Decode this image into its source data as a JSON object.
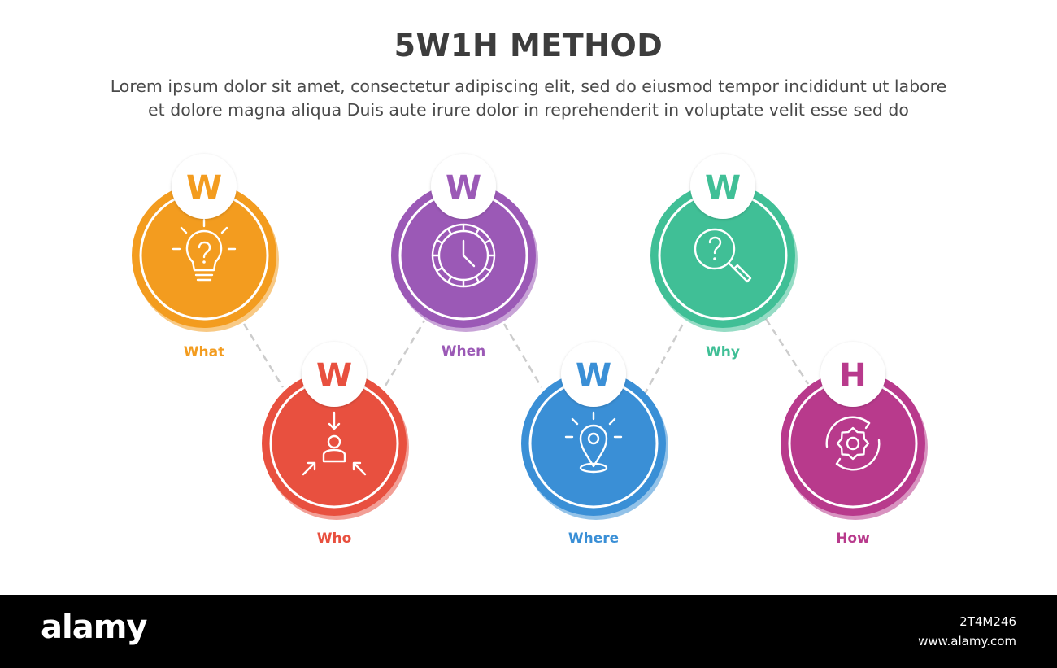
{
  "title": "5W1H METHOD",
  "subtitle_lines": [
    "Lorem ipsum dolor sit amet, consectetur adipiscing elit, sed do eiusmod tempor incididunt ut labore",
    "et dolore magna aliqua Duis aute irure dolor in reprehenderit in voluptate velit esse sed do"
  ],
  "connector_color": "#cccccc",
  "items": [
    {
      "letter": "W",
      "label": "What",
      "color": "#f39c1f",
      "icon": "lightbulb-question-icon"
    },
    {
      "letter": "W",
      "label": "Who",
      "color": "#e8503f",
      "icon": "person-focus-icon"
    },
    {
      "letter": "W",
      "label": "When",
      "color": "#9b59b6",
      "icon": "clock-icon"
    },
    {
      "letter": "W",
      "label": "Where",
      "color": "#3a8fd6",
      "icon": "location-pin-icon"
    },
    {
      "letter": "W",
      "label": "Why",
      "color": "#40bf96",
      "icon": "magnifier-question-icon"
    },
    {
      "letter": "H",
      "label": "How",
      "color": "#b83a8c",
      "icon": "gear-cycle-icon"
    }
  ],
  "footer": {
    "brand": "alamy",
    "image_id": "2T4M246",
    "site": "www.alamy.com"
  }
}
